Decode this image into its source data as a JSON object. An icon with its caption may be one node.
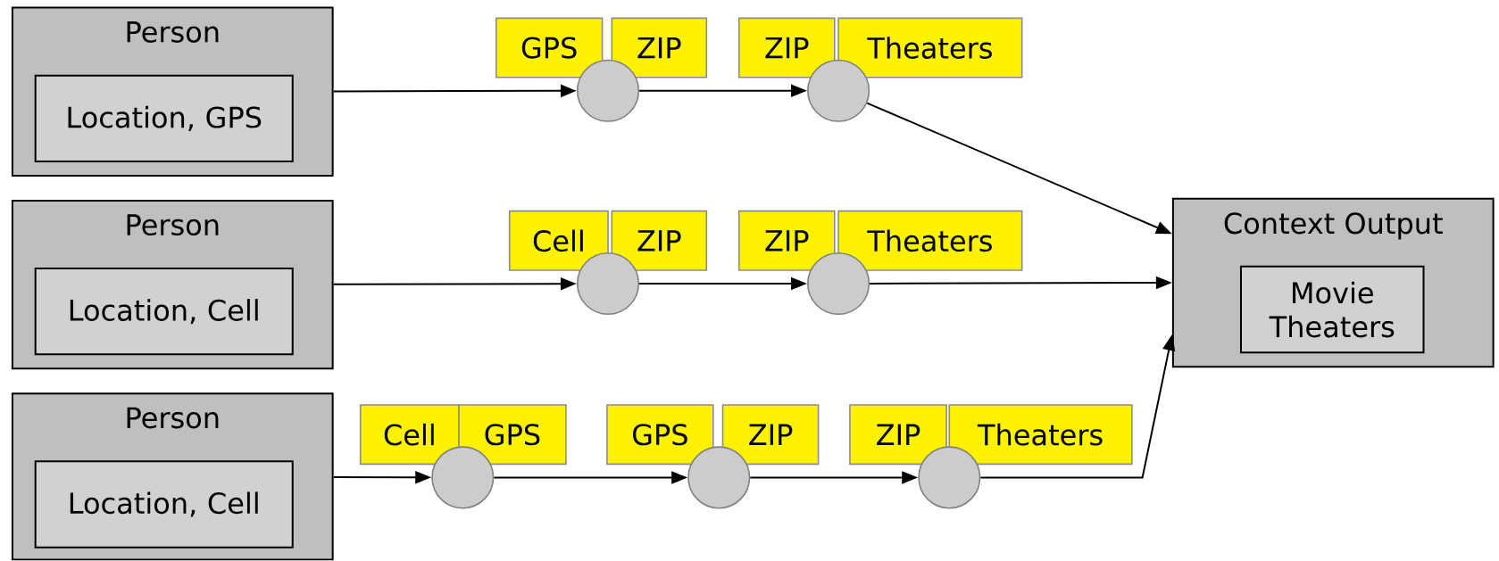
{
  "diagram": {
    "nodes": [
      {
        "text": [
          "Person"
        ]
      },
      {
        "text": [
          "Location, GPS"
        ],
        "in": 0
      },
      {
        "text": [
          "GPS"
        ]
      },
      {
        "text": [
          "ZIP"
        ]
      },
      {
        "text": [],
        "shape": "circle"
      },
      {
        "text": [
          "ZIP"
        ]
      },
      {
        "text": [
          "Theaters"
        ]
      },
      {
        "text": [],
        "shape": "circle"
      },
      {
        "text": [
          "Context Output"
        ]
      },
      {
        "text": [
          "Movie Theaters"
        ],
        "in": 8
      },
      {
        "text": [
          "Person"
        ]
      },
      {
        "text": [
          "Location, Cell"
        ],
        "in": 10
      },
      {
        "text": [
          "Cell"
        ]
      },
      {
        "text": [
          "ZIP"
        ]
      },
      {
        "text": [],
        "shape": "circle"
      },
      {
        "text": [
          "ZIP"
        ]
      },
      {
        "text": [
          "Theaters"
        ]
      },
      {
        "text": [],
        "shape": "circle"
      },
      {
        "text": [
          "Person"
        ]
      },
      {
        "text": [
          "Location, Cell"
        ],
        "in": 18
      },
      {
        "text": [
          "Cell"
        ]
      },
      {
        "text": [
          "GPS"
        ]
      },
      {
        "text": [],
        "shape": "circle"
      },
      {
        "text": [
          "GPS"
        ]
      },
      {
        "text": [
          "ZIP"
        ]
      },
      {
        "text": [],
        "shape": "circle"
      },
      {
        "text": [
          "ZIP"
        ]
      },
      {
        "text": [
          "Theaters"
        ]
      },
      {
        "text": [],
        "shape": "circle"
      }
    ],
    "edges": [
      {
        "from": 0,
        "to": 4,
        "arrow": "to"
      },
      {
        "from": 4,
        "to": 7,
        "arrow": "to"
      },
      {
        "from": 7,
        "to": 8,
        "arrow": "to"
      },
      {
        "from": 10,
        "to": 14,
        "arrow": "to"
      },
      {
        "from": 14,
        "to": 17,
        "arrow": "to"
      },
      {
        "from": 17,
        "to": 8,
        "arrow": "to"
      },
      {
        "from": 18,
        "to": 22,
        "arrow": "to"
      },
      {
        "from": 22,
        "to": 25,
        "arrow": "to"
      },
      {
        "from": 25,
        "to": 28,
        "arrow": "to"
      },
      {
        "from": 28,
        "to": 8,
        "arrow": "to"
      }
    ]
  }
}
